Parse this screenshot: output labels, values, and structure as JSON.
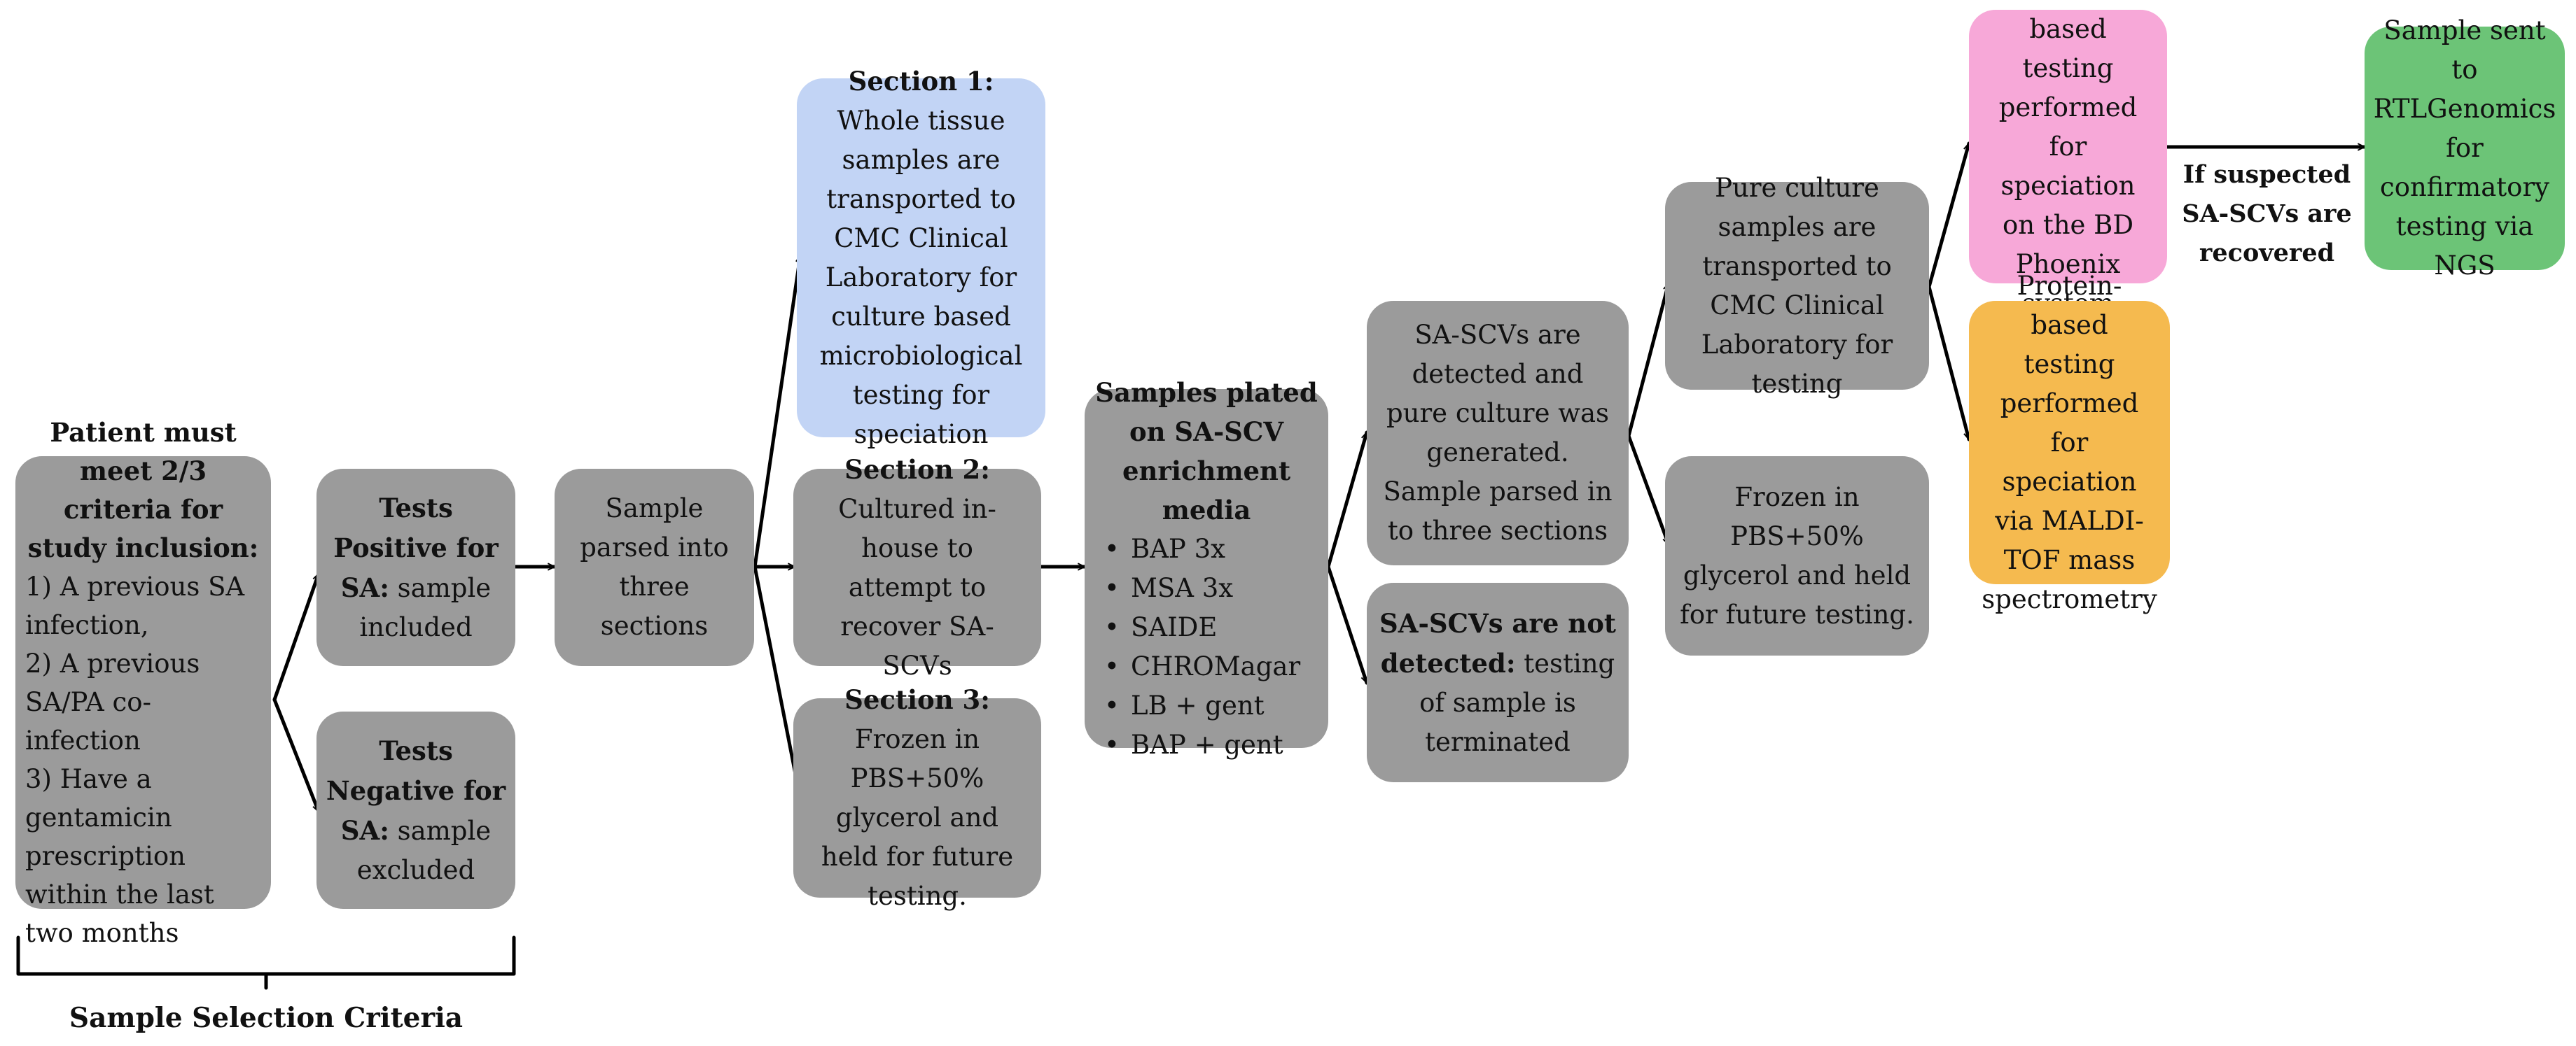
{
  "colors": {
    "gray": "#9b9b9b",
    "blue": "#c2d4f5",
    "pink": "#f7a8d8",
    "orange": "#f5ba4f",
    "green": "#6cc477",
    "line": "#000000"
  },
  "criteria": {
    "heading": "Patient must meet 2/3 criteria for study inclusion:",
    "items": [
      "1) A previous SA infection,",
      "2) A previous SA/PA co-infection",
      "3) Have a gentamicin prescription within the last two months"
    ]
  },
  "positive": {
    "bold": "Tests Positive for SA:",
    "text": " sample included"
  },
  "negative": {
    "bold": "Tests Negative for SA:",
    "text": " sample excluded"
  },
  "parsed": {
    "text": "Sample parsed into three sections"
  },
  "section1": {
    "bold": "Section 1:",
    "text": " Whole tissue samples are transported to CMC Clinical Laboratory for culture based microbiological testing for speciation"
  },
  "section2": {
    "bold": "Section 2:",
    "text": " Cultured in-house to attempt to recover SA-SCVs"
  },
  "section3": {
    "bold": "Section 3:",
    "text": " Frozen in PBS+50% glycerol and held for future testing."
  },
  "plated": {
    "heading": "Samples plated on SA-SCV enrichment media",
    "media": [
      "BAP 3x",
      "MSA 3x",
      "SAIDE",
      "CHROMagar",
      "LB + gent",
      "BAP + gent"
    ]
  },
  "detected": {
    "text": "SA-SCVs are detected and pure culture was generated. Sample parsed in to three sections"
  },
  "not_detected": {
    "bold": "SA-SCVs are not detected:",
    "text": " testing of sample is terminated"
  },
  "pure": {
    "text": "Pure culture samples are transported to CMC Clinical Laboratory for testing"
  },
  "frozen": {
    "text": "Frozen in PBS+50% glycerol and held for future testing."
  },
  "biochem": {
    "text": "Biochemical-based testing performed for speciation on the BD Phoenix system"
  },
  "protein": {
    "text": "Protein-based testing performed for speciation via MALDI-TOF mass spectrometry"
  },
  "rtl": {
    "text": "Sample sent to RTLGenomics for confirmatory testing via NGS"
  },
  "arrow_label": {
    "text": "If suspected SA-SCVs are recovered"
  },
  "bracket_label": {
    "text": "Sample Selection Criteria"
  }
}
